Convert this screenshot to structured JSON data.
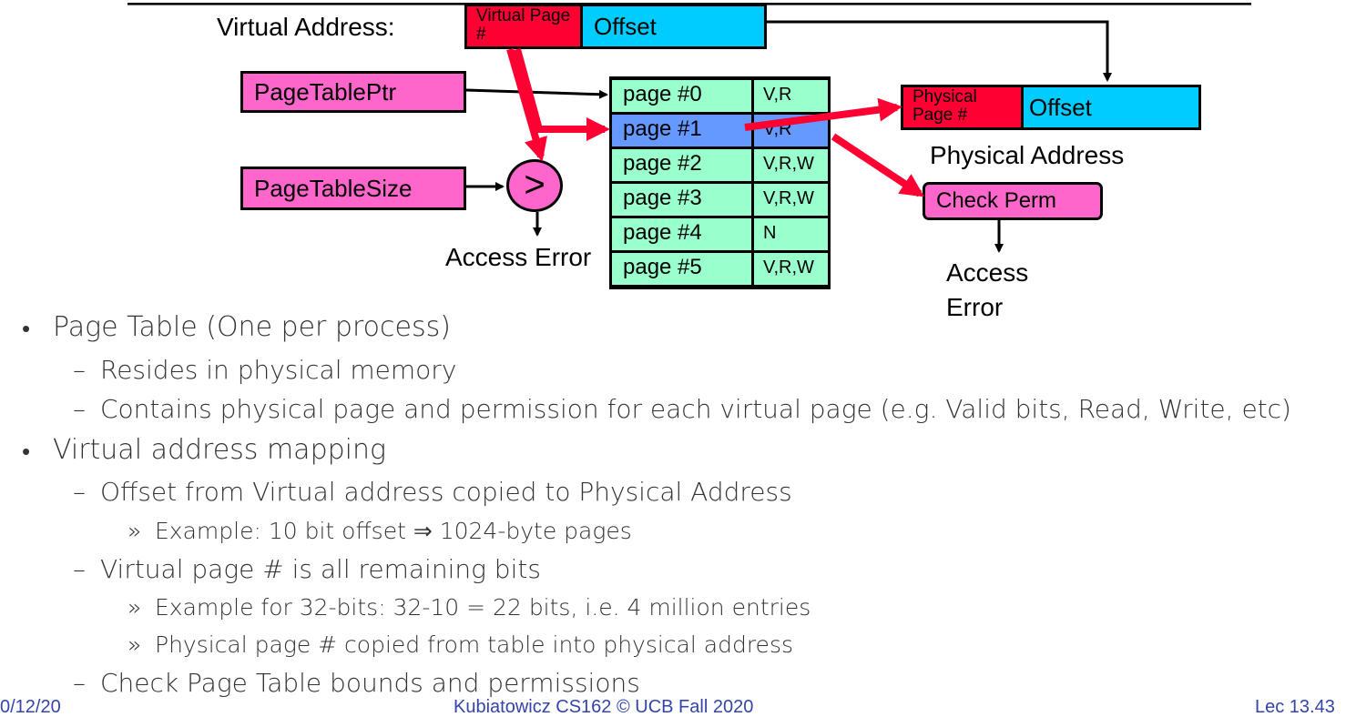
{
  "diagram": {
    "virtual_address_label": "Virtual Address:",
    "virtual_page_field": "Virtual Page #",
    "virtual_offset_field": "Offset",
    "page_table_ptr": "PageTablePtr",
    "page_table_size": "PageTableSize",
    "compare_symbol": ">",
    "access_error_left": "Access Error",
    "page_table": [
      {
        "page": "page #0",
        "perm": "V,R"
      },
      {
        "page": "page #1",
        "perm": "V,R"
      },
      {
        "page": "page #2",
        "perm": "V,R,W"
      },
      {
        "page": "page #3",
        "perm": "V,R,W"
      },
      {
        "page": "page #4",
        "perm": "N"
      },
      {
        "page": "page #5",
        "perm": "V,R,W"
      }
    ],
    "physical_page_field": "Physical Page #",
    "physical_offset_field": "Offset",
    "physical_address_label": "Physical Address",
    "check_perm": "Check Perm",
    "access_error_right_line1": "Access",
    "access_error_right_line2": "Error"
  },
  "bullets": {
    "b1": "Page Table (One per process)",
    "b1_1": "Resides in physical memory",
    "b1_2": "Contains physical page and permission for each virtual page (e.g. Valid bits, Read, Write, etc)",
    "b2": "Virtual address mapping",
    "b2_1": "Offset from Virtual address copied to Physical Address",
    "b2_1_1": "Example: 10 bit offset ⇒ 1024-byte pages",
    "b2_2": "Virtual page # is all remaining bits",
    "b2_2_1": "Example for 32-bits: 32-10 = 22 bits, i.e. 4 million entries",
    "b2_2_2": "Physical page # copied from table into physical address",
    "b2_3": "Check Page Table bounds and permissions"
  },
  "markers": {
    "bullet": "•",
    "dash": "–",
    "chevron": "»"
  },
  "footer": {
    "date": "0/12/20",
    "course": "Kubiatowicz CS162 © UCB Fall 2020",
    "lecture": "Lec 13.43"
  },
  "colors": {
    "magenta": "#ff66cc",
    "red": "#ff0033",
    "cyan": "#00ccff",
    "green": "#99ffcc",
    "highlight_blue": "#6699ff",
    "arrow_red": "#ff0033"
  }
}
